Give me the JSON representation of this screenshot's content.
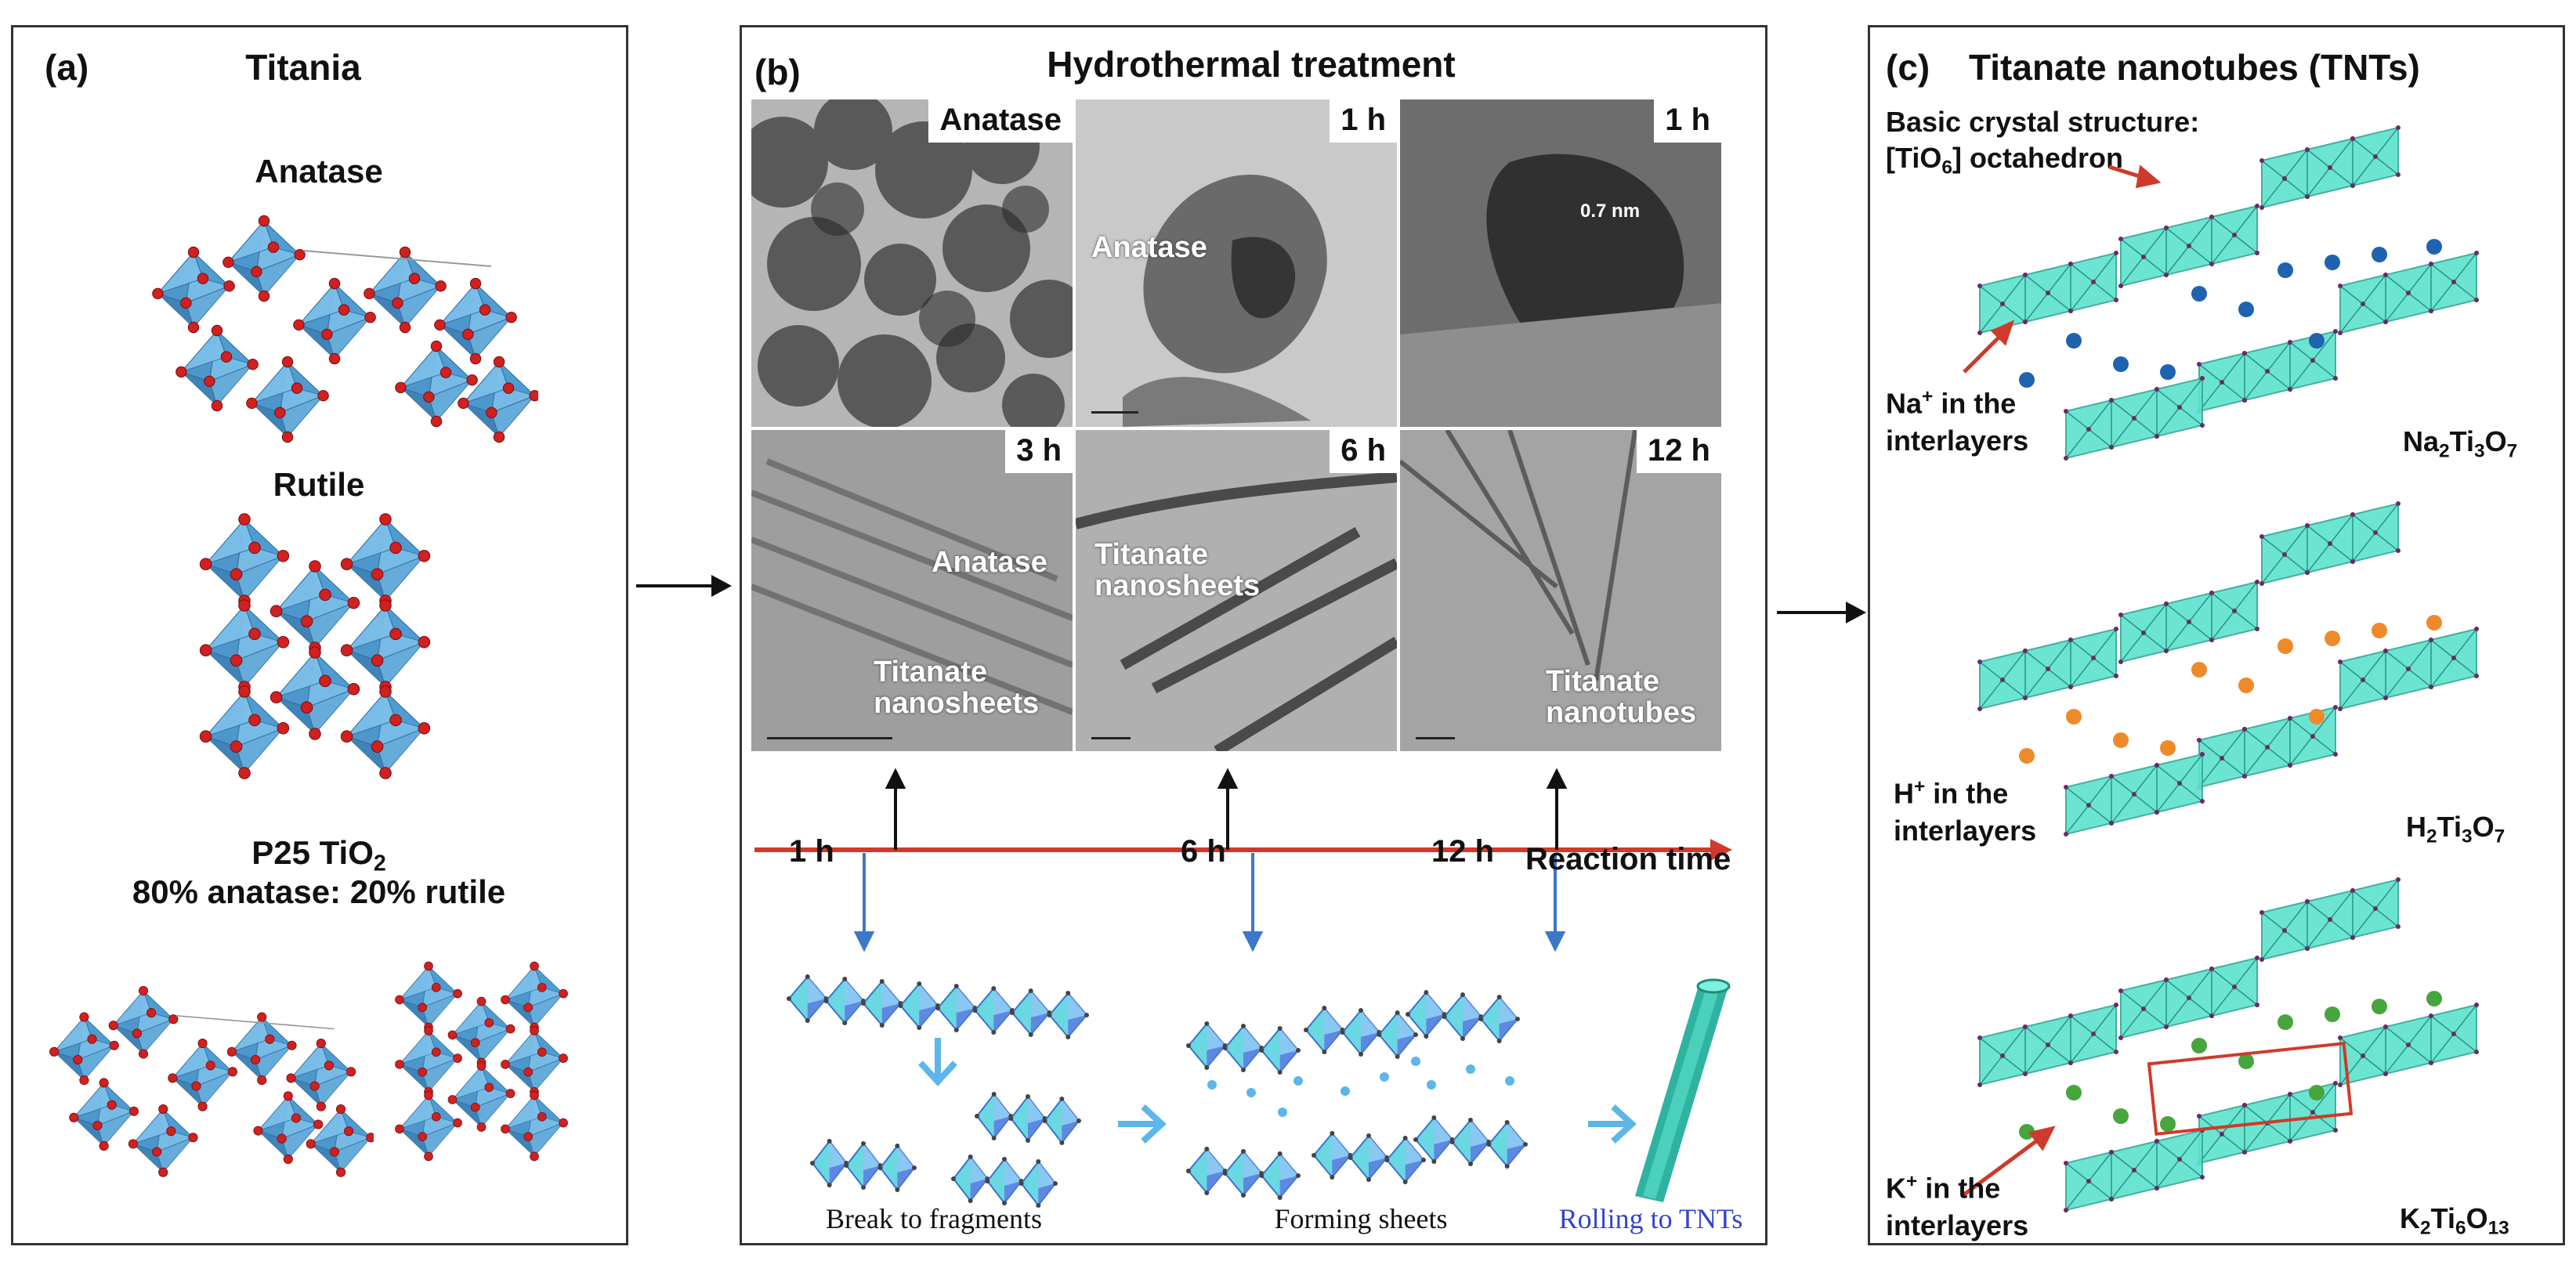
{
  "panel_a": {
    "tag": "(a)",
    "title": "Titania",
    "anatase_label": "Anatase",
    "rutile_label": "Rutile",
    "p25_label_main": "P25 TiO",
    "p25_label_sub": "2",
    "p25_ratio": "80% anatase: 20% rutile"
  },
  "panel_b": {
    "tag": "(b)",
    "title": "Hydrothermal treatment",
    "tem_tags": [
      "Anatase",
      "1 h",
      "1 h",
      "3 h",
      "6 h",
      "12 h"
    ],
    "tem_notes": {
      "t1_anatase": "Anatase",
      "t2_spacing": "0.7 nm",
      "t3_anatase": "Anatase",
      "t3_sheets": "Titanate\nnanosheets",
      "t4_sheets": "Titanate\nnanosheets",
      "t5_tubes": "Titanate\nnanotubes"
    },
    "timeline": {
      "t1": "1 h",
      "t2": "6 h",
      "t3": "12 h",
      "axis_label": "Reaction time"
    },
    "steps": {
      "break": "Break to fragments",
      "forming": "Forming sheets",
      "rolling": "Rolling to TNTs"
    }
  },
  "panel_c": {
    "tag": "(c)",
    "title": "Titanate nanotubes (TNTs)",
    "basic_line1": "Basic crystal structure:",
    "basic_line2_pre": "[TiO",
    "basic_line2_sub": "6",
    "basic_line2_post": "] octahedron",
    "na": {
      "ion": "Na",
      "rest": " in the",
      "line2": "interlayers",
      "formula": [
        "Na",
        "2",
        "Ti",
        "3",
        "O",
        "7"
      ]
    },
    "h": {
      "ion": "H",
      "rest": " in the",
      "line2": "interlayers",
      "formula": [
        "H",
        "2",
        "Ti",
        "3",
        "O",
        "7"
      ]
    },
    "k": {
      "ion": "K",
      "rest": " in the",
      "line2": "interlayers",
      "formula": [
        "K",
        "2",
        "Ti",
        "6",
        "O",
        "13"
      ]
    },
    "plus": "+"
  },
  "colors": {
    "octa_blue": "#5aa7d8",
    "oxygen_red": "#d02020",
    "teal": "#5fe3cf",
    "na_ion": "#1f63b0",
    "h_ion": "#ef8a2a",
    "k_ion": "#46a53c",
    "timeline_red": "#d03a2a",
    "step_arrow": "#3c78c8",
    "rolling_text": "#3344cc"
  }
}
